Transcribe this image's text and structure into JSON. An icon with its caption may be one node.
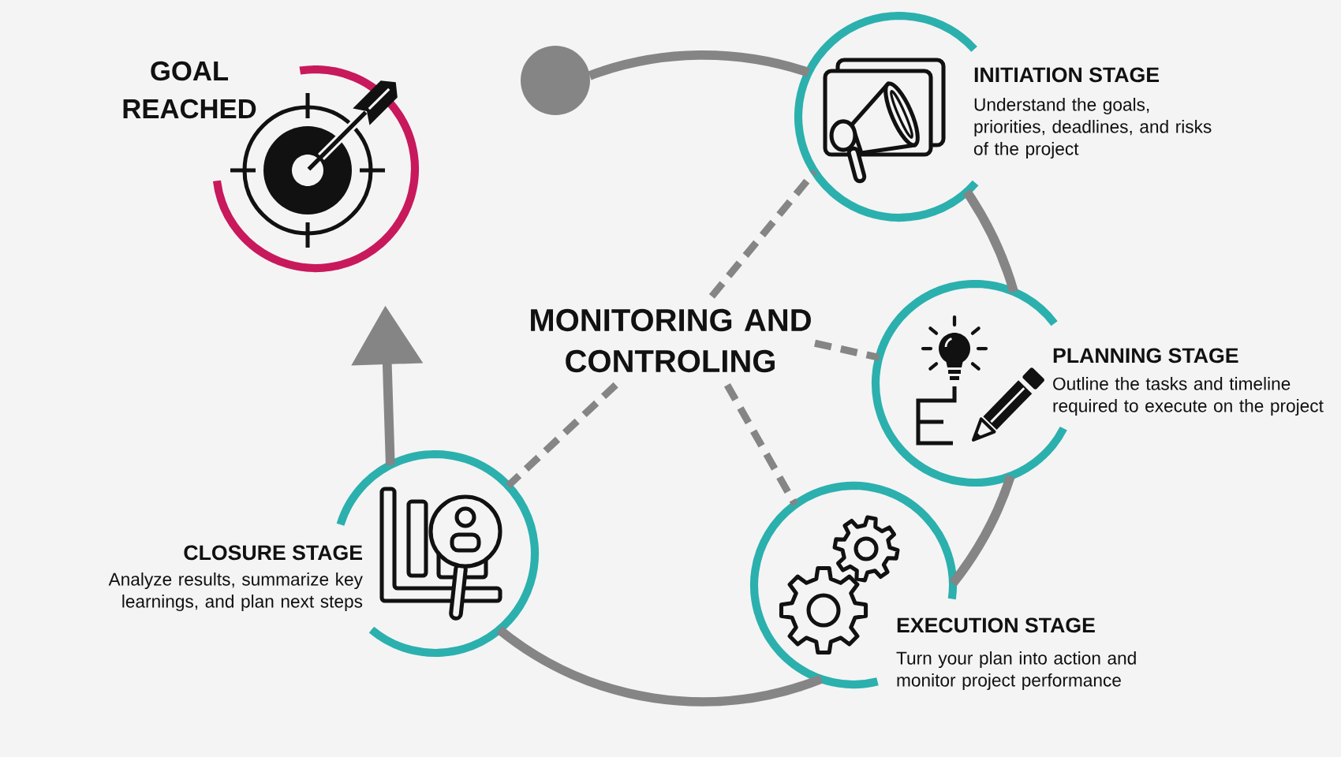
{
  "diagram": {
    "nodes": [
      {
        "text": [
          "GOAL REACHED"
        ]
      },
      {
        "text": [],
        "shape": "circle"
      },
      {
        "text": [
          "INITIATION STAGE",
          "Understand the goals, priorities, deadlines, and risks of the project"
        ]
      },
      {
        "text": [
          "PLANNING STAGE",
          "Outline the tasks and timeline required to execute on the project"
        ]
      },
      {
        "text": [
          "EXECUTION STAGE",
          "Turn your plan into action and monitor project performance"
        ]
      },
      {
        "text": [
          "CLOSURE STAGE",
          "Analyze results, summarize key learnings, and plan next steps"
        ]
      },
      {
        "text": [
          "MONITORING AND CONTROLING"
        ]
      }
    ],
    "edges": [
      {
        "from": 1,
        "to": 2,
        "arrow": "none"
      },
      {
        "from": 2,
        "to": 3,
        "arrow": "none"
      },
      {
        "from": 3,
        "to": 4,
        "arrow": "none"
      },
      {
        "from": 4,
        "to": 5,
        "arrow": "none"
      },
      {
        "from": 5,
        "to": 0,
        "arrow": "to"
      },
      {
        "from": 6,
        "to": 2,
        "arrow": "none",
        "style": "dashed"
      },
      {
        "from": 6,
        "to": 3,
        "arrow": "none",
        "style": "dashed"
      },
      {
        "from": 6,
        "to": 4,
        "arrow": "none",
        "style": "dashed"
      },
      {
        "from": 6,
        "to": 5,
        "arrow": "none",
        "style": "dashed"
      }
    ]
  }
}
